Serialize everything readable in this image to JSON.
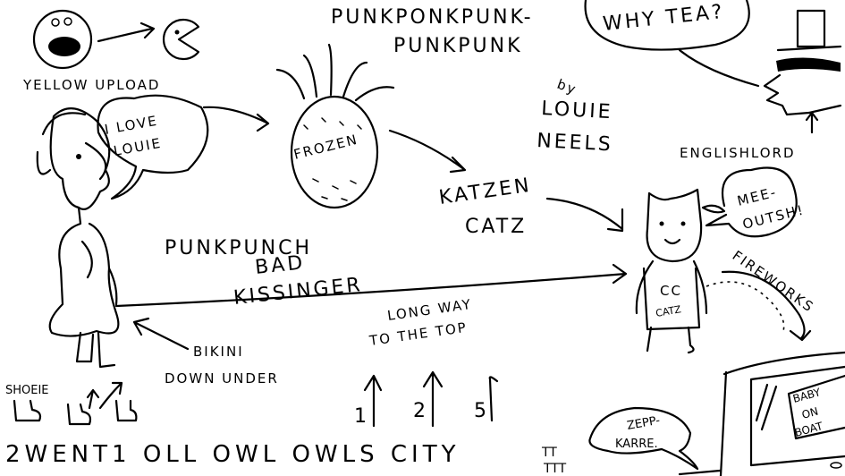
{
  "title_lines": [
    "PUNKPONKPUNK-",
    "PUNKPUNK"
  ],
  "yellow_upload": "YELLOW UPLOAD",
  "why_tea": "WHY TEA?",
  "byline": {
    "by": "by",
    "first": "LOUIE",
    "last": "NEELS"
  },
  "english_lord": "ENGLISHLORD",
  "love_bubble": [
    "I LOVE",
    "LOUIE"
  ],
  "pineapple_label": "FROZEN",
  "katzen": [
    "KATZEN",
    "CATZ"
  ],
  "cat_bubble": [
    "MEE-",
    "OUTSH!"
  ],
  "cat_shirt": [
    "CC",
    "CATZ"
  ],
  "fireworks": "FIREWORKS",
  "punkpunch": "PUNKPUNCH",
  "bad_kissinger": [
    "BAD",
    "KISSINGER"
  ],
  "long_way": [
    "LONG WAY",
    "TO THE TOP"
  ],
  "bikini": [
    "BIKINI",
    "DOWN UNDER"
  ],
  "shoeie": "SHOEIE",
  "arrow_numbers": [
    "1",
    "2",
    "5"
  ],
  "zepp_bubble": [
    "ZEPP-",
    "KARRE."
  ],
  "boat_sign": [
    "BABY",
    "ON",
    "BOAT"
  ],
  "bottom_line": "2WENT1 OLL OWL OWLS CITY",
  "tt": [
    "TT",
    "TTT"
  ]
}
